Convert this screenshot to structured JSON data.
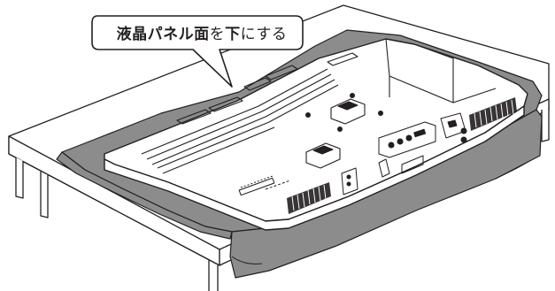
{
  "callout": {
    "segments": [
      {
        "text": "液晶パネル面",
        "bold": true
      },
      {
        "text": "を",
        "bold": false
      },
      {
        "text": "下",
        "bold": true
      },
      {
        "text": "にする",
        "bold": false
      }
    ]
  },
  "colors": {
    "line": "#231f20",
    "cloth": "#8c8c8c",
    "tv_body": "#ffffff",
    "background": "#ffffff"
  }
}
